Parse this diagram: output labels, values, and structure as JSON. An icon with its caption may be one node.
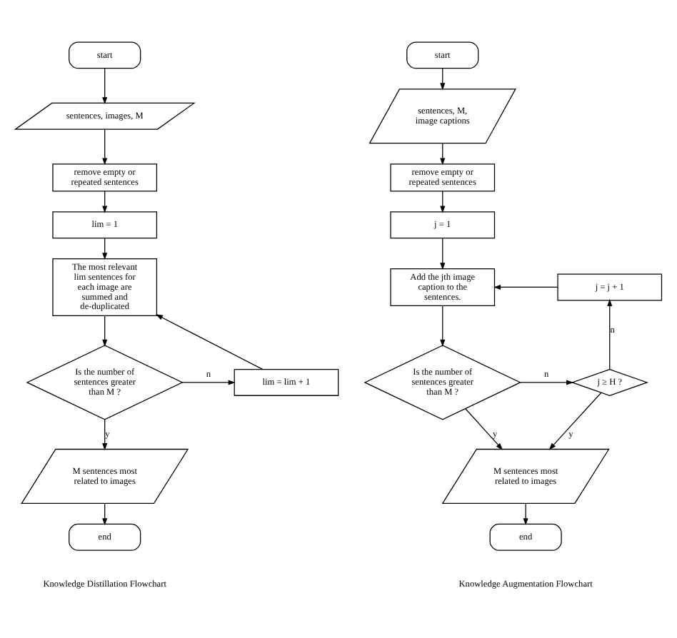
{
  "diagram": {
    "nodes": [
      {
        "text": [
          "start"
        ]
      },
      {
        "text": [
          "sentences, images, M"
        ]
      },
      {
        "text": [
          "remove empty or repeated sentences"
        ]
      },
      {
        "text": [
          "lim = 1"
        ]
      },
      {
        "text": [
          "The most relevant lim sentences for each image are summed and de-duplicated"
        ]
      },
      {
        "text": [
          "Is the number of sentences greater than M ?"
        ]
      },
      {
        "text": [
          "lim = lim + 1"
        ]
      },
      {
        "text": [
          "M sentences most related to images"
        ]
      },
      {
        "text": [
          "end"
        ]
      },
      {
        "text": [
          "start"
        ]
      },
      {
        "text": [
          "sentences, M, image captions"
        ]
      },
      {
        "text": [
          "remove empty or repeated sentences"
        ]
      },
      {
        "text": [
          "j = 1"
        ]
      },
      {
        "text": [
          "Add the jth image caption to the sentences."
        ]
      },
      {
        "text": [
          "Is the number of sentences greater than M ?"
        ]
      },
      {
        "text": [
          "j ≥ H ?"
        ]
      },
      {
        "text": [
          "j = j + 1"
        ]
      },
      {
        "text": [
          "M sentences most related to images"
        ]
      },
      {
        "text": [
          "end"
        ]
      }
    ],
    "edges": [
      {
        "from": 0,
        "to": 1,
        "arrow": "to"
      },
      {
        "from": 1,
        "to": 2,
        "arrow": "to"
      },
      {
        "from": 2,
        "to": 3,
        "arrow": "to"
      },
      {
        "from": 3,
        "to": 4,
        "arrow": "to"
      },
      {
        "from": 4,
        "to": 5,
        "arrow": "to"
      },
      {
        "from": 5,
        "to": 6,
        "arrow": "to",
        "label": "n"
      },
      {
        "from": 6,
        "to": 4,
        "arrow": "to"
      },
      {
        "from": 5,
        "to": 7,
        "arrow": "to",
        "label": "y"
      },
      {
        "from": 7,
        "to": 8,
        "arrow": "to"
      },
      {
        "from": 9,
        "to": 10,
        "arrow": "to"
      },
      {
        "from": 10,
        "to": 11,
        "arrow": "to"
      },
      {
        "from": 11,
        "to": 12,
        "arrow": "to"
      },
      {
        "from": 12,
        "to": 13,
        "arrow": "to"
      },
      {
        "from": 13,
        "to": 14,
        "arrow": "to"
      },
      {
        "from": 14,
        "to": 15,
        "arrow": "to",
        "label": "n"
      },
      {
        "from": 15,
        "to": 16,
        "arrow": "to",
        "label": "n"
      },
      {
        "from": 16,
        "to": 13,
        "arrow": "to"
      },
      {
        "from": 15,
        "to": 17,
        "arrow": "to",
        "label": "y"
      },
      {
        "from": 14,
        "to": 17,
        "arrow": "to",
        "label": "y"
      },
      {
        "from": 17,
        "to": 18,
        "arrow": "to"
      }
    ],
    "labels": [
      "Knowledge Distillation Flowchart",
      "Knowledge Augmentation Flowchart"
    ]
  }
}
